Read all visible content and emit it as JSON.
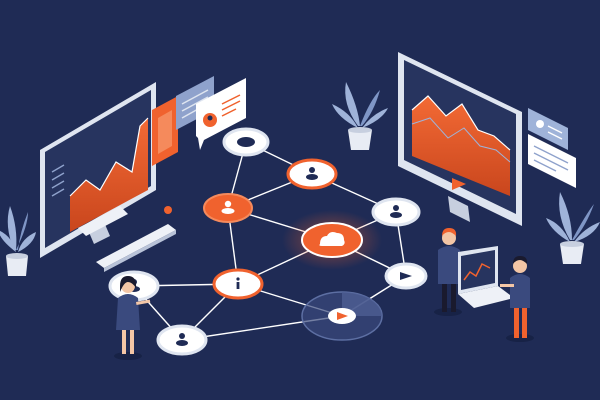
{
  "palette": {
    "background": "#1f2b55",
    "accent_orange": "#f0622e",
    "node_white": "#ffffff",
    "node_grey": "#e8ecf4",
    "line": "#ffffff",
    "plant": "#9fb3d9",
    "pot": "#e8ecf4",
    "screen_dark": "#27345f"
  },
  "illustration": {
    "nodes": [
      {
        "id": "top",
        "icon": "circle-dot-icon",
        "style": "white"
      },
      {
        "id": "user-top",
        "icon": "user-icon",
        "style": "white-orange-ring"
      },
      {
        "id": "user-left",
        "icon": "user-icon",
        "style": "orange"
      },
      {
        "id": "user-right",
        "icon": "user-icon",
        "style": "white"
      },
      {
        "id": "hub",
        "icon": "cloud-icon",
        "style": "orange-glow"
      },
      {
        "id": "info",
        "icon": "info-icon",
        "style": "white-orange-ring"
      },
      {
        "id": "send",
        "icon": "arrow-icon",
        "style": "white"
      },
      {
        "id": "left-user",
        "icon": "user-icon",
        "style": "white"
      },
      {
        "id": "bottom-left",
        "icon": "user-icon",
        "style": "white"
      },
      {
        "id": "bottom-hub",
        "icon": "play-icon",
        "style": "transparent-disc"
      }
    ],
    "links": [
      [
        "top",
        "user-top"
      ],
      [
        "top",
        "user-left"
      ],
      [
        "user-top",
        "user-left"
      ],
      [
        "user-top",
        "user-right"
      ],
      [
        "user-left",
        "hub"
      ],
      [
        "user-right",
        "hub"
      ],
      [
        "user-left",
        "info"
      ],
      [
        "hub",
        "info"
      ],
      [
        "hub",
        "send"
      ],
      [
        "user-right",
        "send"
      ],
      [
        "info",
        "left-user"
      ],
      [
        "info",
        "bottom-left"
      ],
      [
        "left-user",
        "bottom-left"
      ],
      [
        "bottom-left",
        "bottom-hub"
      ],
      [
        "send",
        "bottom-hub"
      ],
      [
        "info",
        "bottom-hub"
      ]
    ]
  }
}
